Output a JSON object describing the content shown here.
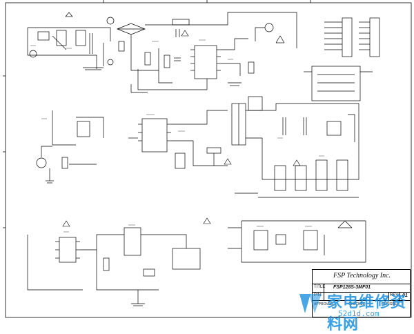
{
  "title_block": {
    "company": "FSP Technology Inc.",
    "title_label": "TITLE",
    "title_value": "FSP128S-3MF01",
    "pn_label": "P/N:",
    "rev_label": "REV",
    "rev_value": "01",
    "approved_label": "APPROVED",
    "checked_label": "CHECKED",
    "designer_label": "DESIGNER"
  },
  "watermark": {
    "site_name": "家电维修资料网",
    "url": "52d1d.com"
  },
  "colors": {
    "ink": "#000000",
    "paper": "#ffffff",
    "watermark": "#1a8fe0"
  }
}
